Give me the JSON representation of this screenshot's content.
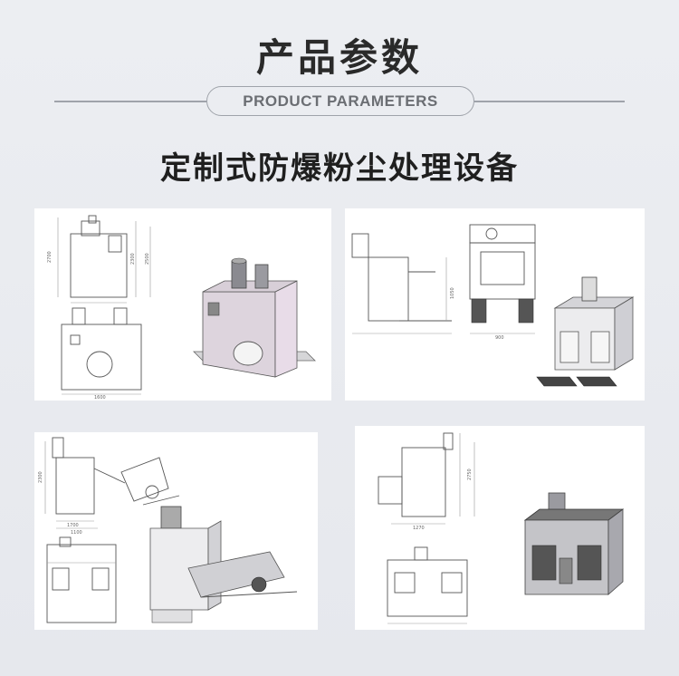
{
  "header": {
    "title_cn": "产品参数",
    "title_en": "PRODUCT PARAMETERS",
    "subtitle": "定制式防爆粉尘处理设备"
  },
  "panels": {
    "p1": {
      "dims": [
        "2700",
        "2300",
        "2500",
        "1600"
      ]
    },
    "p2": {
      "dims": [
        "1050",
        "900"
      ]
    },
    "p3": {
      "dims": [
        "2300",
        "1700",
        "1100"
      ]
    },
    "p4": {
      "dims": [
        "2750",
        "1270"
      ]
    }
  },
  "colors": {
    "background": "#eceef2",
    "panel": "#ffffff",
    "cabinet_fill": "#e8dce8",
    "metal_fill": "#c8c8cc",
    "dark_metal": "#555555"
  }
}
